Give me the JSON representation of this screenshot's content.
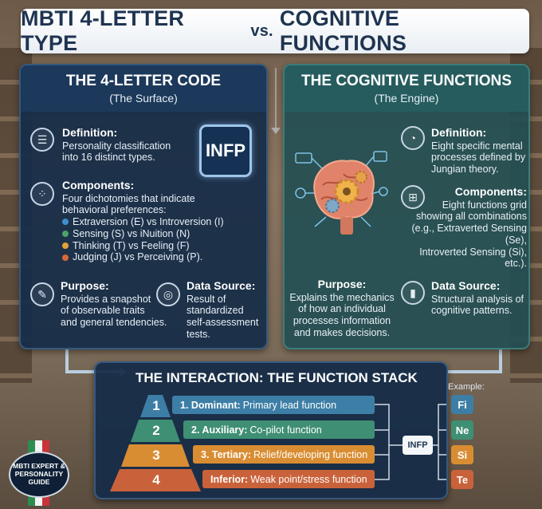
{
  "title": {
    "main": "MBTI 4-LETTER TYPE",
    "vs": "vs.",
    "rest": "COGNITIVE FUNCTIONS"
  },
  "left": {
    "heading": "THE 4-LETTER CODE",
    "subheading": "(The Surface)",
    "badge": "INFP",
    "definition": {
      "label": "Definition:",
      "lines": [
        "Personality classification",
        "into 16 distinct types."
      ]
    },
    "components": {
      "label": "Components:",
      "lines": [
        "Four dichotomies that indicate",
        "behavioral preferences:"
      ],
      "dichotomies": [
        {
          "text": "Extraversion (E) vs Introversion (I)",
          "color": "#3f8fd0"
        },
        {
          "text": "Sensing (S) vs iNuition (N)",
          "color": "#4aa36a"
        },
        {
          "text": "Thinking (T) vs Feeling (F)",
          "color": "#e0a23a"
        },
        {
          "text": "Judging (J) vs Perceiving (P).",
          "color": "#d9683a"
        }
      ]
    },
    "purpose": {
      "label": "Purpose:",
      "lines": [
        "Provides a snapshot",
        "of observable traits",
        "and general tendencies."
      ]
    },
    "data_source": {
      "label": "Data Source:",
      "lines": [
        "Result of",
        "standardized",
        "self-assessment",
        "tests."
      ]
    }
  },
  "right": {
    "heading": "THE COGNITIVE FUNCTIONS",
    "subheading": "(The Engine)",
    "definition": {
      "label": "Definition:",
      "lines": [
        "Eight specific mental",
        "processes defined by",
        "Jungian theory."
      ]
    },
    "components": {
      "label": "Components:",
      "lines": [
        "Eight functions grid",
        "showing all combinations",
        "(e.g., Extraverted Sensing (Se),",
        "Introverted Sensing (Si), etc.)."
      ]
    },
    "purpose": {
      "label": "Purpose:",
      "lines": [
        "Explains the mechanics",
        "of how an individual",
        "processes information",
        "and makes decisions."
      ]
    },
    "data_source": {
      "label": "Data Source:",
      "lines": [
        "Structural analysis of",
        "cognitive patterns."
      ]
    }
  },
  "stack": {
    "heading": "THE INTERACTION: THE FUNCTION STACK",
    "example_label": "Example:",
    "type": "INFP",
    "levels": [
      {
        "num": "1",
        "name": "1. Dominant:",
        "desc": "Primary lead function",
        "color": "#3d7ea6",
        "fn": "Fi",
        "fn_color": "#3d7ea6"
      },
      {
        "num": "2",
        "name": "2. Auxiliary:",
        "desc": "Co-pilot function",
        "color": "#3f8f74",
        "fn": "Ne",
        "fn_color": "#3f8f74"
      },
      {
        "num": "3",
        "name": "3. Tertiary:",
        "desc": "Relief/developing function",
        "color": "#d98d32",
        "fn": "Si",
        "fn_color": "#d98d32"
      },
      {
        "num": "4",
        "name": "Inferior:",
        "desc": "Weak point/stress function",
        "color": "#c9623a",
        "fn": "Te",
        "fn_color": "#c9623a"
      }
    ]
  },
  "badge": {
    "lines": [
      "MBTI EXPERT &",
      "PERSONALITY GUIDE"
    ]
  },
  "colors": {
    "navy": "#1e3450",
    "teal": "#265c5e",
    "connector": "#b9cfe0"
  }
}
